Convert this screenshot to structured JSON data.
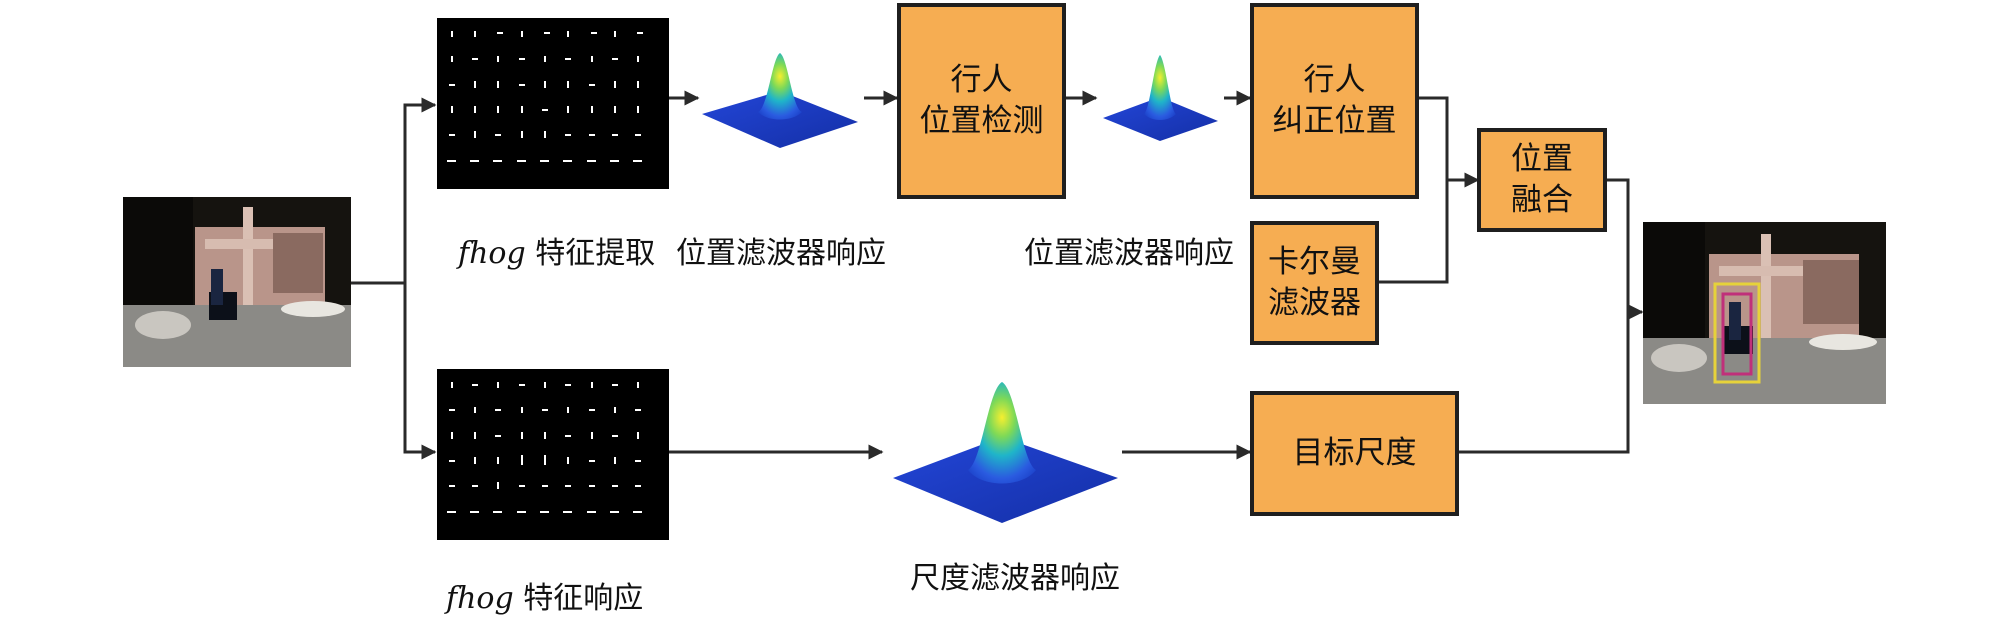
{
  "feature_top": {
    "prefix": "fhog",
    "label": "特征提取"
  },
  "feature_bottom": {
    "prefix": "fhog",
    "label": "特征响应"
  },
  "filter_resp_1": "位置滤波器响应",
  "filter_resp_2": "位置滤波器响应",
  "scale_resp": "尺度滤波器响应",
  "box_detect": {
    "line1": "行人",
    "line2": "位置检测"
  },
  "box_correct": {
    "line1": "行人",
    "line2": "纠正位置"
  },
  "box_kalman": {
    "line1": "卡尔曼",
    "line2": "滤波器"
  },
  "box_fusion": {
    "line1": "位置",
    "line2": "融合"
  },
  "box_scale": "目标尺度",
  "colors": {
    "box_fill": "#f6ad52",
    "box_border": "#1f1f1f",
    "arrow": "#2a2a2a",
    "bbox_yellow": "#e6d23a",
    "bbox_magenta": "#c0307a"
  },
  "icons": [
    "input-image",
    "fhog-feature-map-icon",
    "gaussian-response-icon",
    "output-image-with-bbox"
  ]
}
